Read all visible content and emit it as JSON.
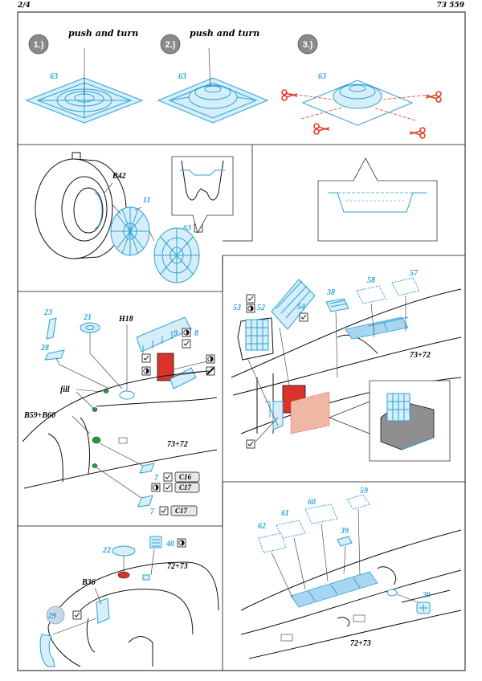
{
  "header": {
    "page": "2/4",
    "set_number": "73 559"
  },
  "steps": [
    {
      "badge": "1.)",
      "caption": "push and turn",
      "part": "63"
    },
    {
      "badge": "2.)",
      "caption": "push and turn",
      "part": "63"
    },
    {
      "badge": "3.)",
      "caption": "",
      "part": "63"
    }
  ],
  "panel_b": {
    "ref": "B42",
    "part_a": "11",
    "part_b": "63"
  },
  "panel_c": {
    "labels": {
      "p23": "23",
      "p21": "21",
      "h18": "H18",
      "p9": "9",
      "p8": "8",
      "p28": "28",
      "fill": "fill",
      "b59": "B59+B60",
      "model": "73+72",
      "p7a": "7",
      "p7b": "7"
    },
    "chips": {
      "c16": "C16",
      "c17a": "C17",
      "c17b": "C17"
    }
  },
  "panel_d": {
    "labels": {
      "p53": "53",
      "p52": "52",
      "p54": "54",
      "p38": "38",
      "p58": "58",
      "p57": "57",
      "model": "73+72"
    }
  },
  "panel_e": {
    "labels": {
      "p22": "22",
      "p40": "40",
      "b36": "B36",
      "model": "72+73",
      "p29": "29"
    }
  },
  "panel_f": {
    "labels": {
      "p59": "59",
      "p60": "60",
      "p61": "61",
      "p62": "62",
      "p39a": "39",
      "p39b": "39",
      "model": "72+73"
    }
  }
}
